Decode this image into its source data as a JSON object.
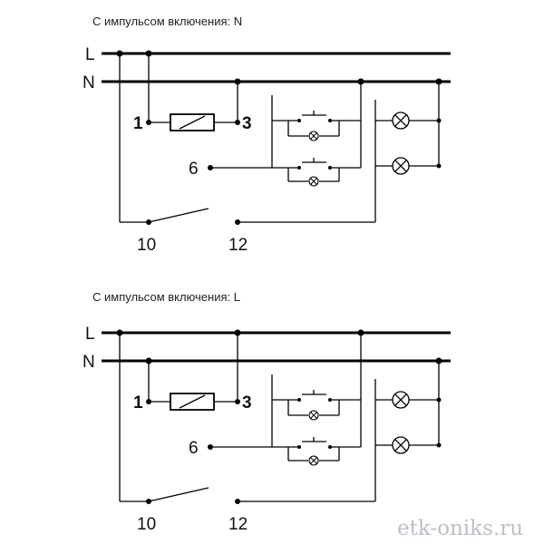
{
  "diagrams": [
    {
      "title": "С импульсом включения: N",
      "rail_top": "L",
      "rail_bottom": "N",
      "coil_terminal_in": "1",
      "coil_terminal_out": "3",
      "control_terminal": "6",
      "contact_terminal_a": "10",
      "contact_terminal_b": "12"
    },
    {
      "title": "С импульсом включения: L",
      "rail_top": "L",
      "rail_bottom": "N",
      "coil_terminal_in": "1",
      "coil_terminal_out": "3",
      "control_terminal": "6",
      "contact_terminal_a": "10",
      "contact_terminal_b": "12"
    }
  ],
  "watermark": "etk-oniks.ru"
}
